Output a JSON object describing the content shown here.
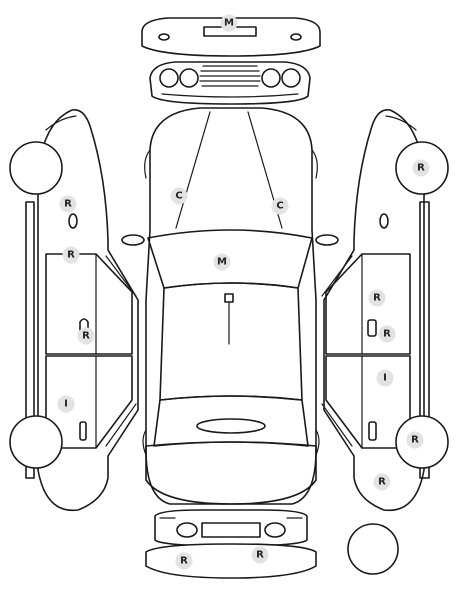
{
  "colors": {
    "line": "#1a1a1a",
    "marker_fill": "#e3e3e3",
    "marker_text": "#222222",
    "background": "#ffffff"
  },
  "markers": [
    {
      "id": "m-front-bumper",
      "label": "M"
    },
    {
      "id": "c-windshield-left",
      "label": "C"
    },
    {
      "id": "c-windshield-right",
      "label": "C"
    },
    {
      "id": "m-hood",
      "label": "M"
    },
    {
      "id": "r-left-front-fender",
      "label": "R"
    },
    {
      "id": "r-left-front-door-top",
      "label": "R"
    },
    {
      "id": "r-left-front-door-handle",
      "label": "R"
    },
    {
      "id": "i-left-rear-door",
      "label": "I"
    },
    {
      "id": "r-right-front-wheel",
      "label": "R"
    },
    {
      "id": "r-right-front-door",
      "label": "R"
    },
    {
      "id": "r-right-front-door-handle",
      "label": "R"
    },
    {
      "id": "i-right-rear-door",
      "label": "I"
    },
    {
      "id": "r-right-rear-wheel",
      "label": "R"
    },
    {
      "id": "r-right-rear-quarter",
      "label": "R"
    },
    {
      "id": "r-rear-bumper-left",
      "label": "R"
    },
    {
      "id": "r-rear-bumper-right",
      "label": "R"
    }
  ]
}
